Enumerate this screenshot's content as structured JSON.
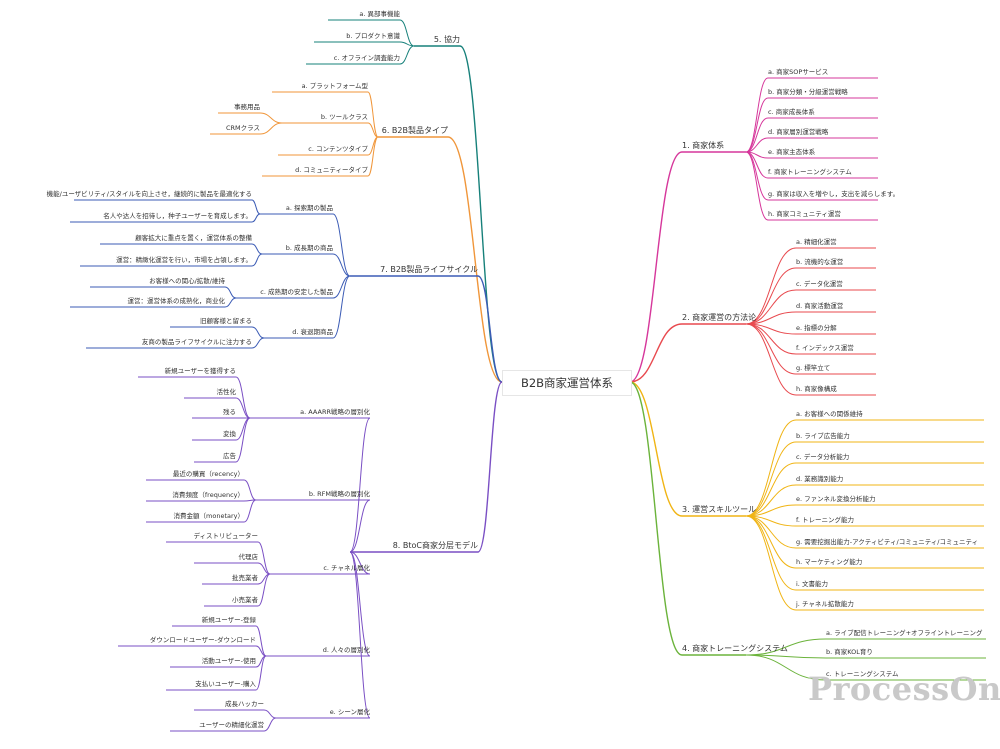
{
  "title": "B2B商家運営体系",
  "watermark": "ProcessOn",
  "colors": {
    "b1": "#d6379b",
    "b2": "#e8494e",
    "b3": "#f0b414",
    "b4": "#6bb33b",
    "b5": "#16807a",
    "b6": "#f0963a",
    "b7": "#3b5bb5",
    "b8": "#7a4fc4"
  },
  "branches": {
    "b1": {
      "label": "1. 商家体系",
      "children": [
        "a. 商家SOPサービス",
        "b. 商家分類・分級運営戦略",
        "c. 商家成長体系",
        "d. 商家層別運営戦略",
        "e. 商家主态体系",
        "f. 商家トレーニングシステム",
        "g. 商家は収入を増やし，支出を減らします。",
        "h. 商家コミュニティ運営"
      ]
    },
    "b2": {
      "label": "2. 商家運営の方法论",
      "children": [
        "a. 精細化運営",
        "b. 流機的な運営",
        "c. データ化運営",
        "d. 商家活動運営",
        "e. 指標の分解",
        "f. インデックス運営",
        "g. 標竿立て",
        "h. 商家像構成"
      ]
    },
    "b3": {
      "label": "3. 運営スキルツール",
      "children": [
        "a. お客様への関係維持",
        "b. ライブ広告能力",
        "c. データ分析能力",
        "d. 業務識別能力",
        "e. ファンネル変換分析能力",
        "f. トレーニング能力",
        "g. 需要挖掘出能力-アクティビティ/コミュニティ/コミュニティ",
        "h. マーケティング能力",
        "i. 文書能力",
        "j. チャネル拡散能力"
      ]
    },
    "b4": {
      "label": "4. 商家トレーニングシステム",
      "children": [
        "a. ライブ配信トレーニング+オフライントレーニング",
        "b. 商家KOL育り",
        "c. トレーニングシステム"
      ]
    },
    "b5": {
      "label": "5. 協力",
      "children": [
        "a. 異部事機能",
        "b. プロダクト意識",
        "c. オフライン調査能力"
      ]
    },
    "b6": {
      "label": "6. B2B製品タイプ",
      "children": [
        {
          "label": "a. プラットフォーム型",
          "children": []
        },
        {
          "label": "b. ツールクラス",
          "children": [
            "事務用品",
            "CRMクラス"
          ]
        },
        {
          "label": "c. コンテンツタイプ",
          "children": []
        },
        {
          "label": "d. コミュニティータイプ",
          "children": []
        }
      ]
    },
    "b7": {
      "label": "7. B2B製品ライフサイクル",
      "children": [
        {
          "label": "a. 探索期の製品",
          "children": [
            "機能/ユーザビリティ/スタイルを向上させ，継続的に製品を最適化する",
            "名人や达人を招待し，种子ユーザーを育成します。"
          ]
        },
        {
          "label": "b. 成長期の商品",
          "children": [
            "顧客拡大に重点を置く，運営体系の整備",
            "運営：精緻化運営を行い，市場を占領します。"
          ]
        },
        {
          "label": "c. 成熟期の安定した製品",
          "children": [
            "お客様への関心/拡散/維持",
            "運営：運営体系の成熟化，商业化"
          ]
        },
        {
          "label": "d. 衰退期商品",
          "children": [
            "旧顧客様と留まる",
            "友商の製品ライフサイクルに注力する"
          ]
        }
      ]
    },
    "b8": {
      "label": "8. BtoC商家分层モデル",
      "children": [
        {
          "label": "a. AAARR戦略の層別化",
          "children": [
            "新規ユーザーを獲得する",
            "活性化",
            "残る",
            "変換",
            "広告"
          ]
        },
        {
          "label": "b. RFM戦略の層別化",
          "children": [
            "最近の購買（recency）",
            "消費頻度（frequency）",
            "消費金額（monetary）"
          ]
        },
        {
          "label": "c. チャネル層化",
          "children": [
            "ディストリビューター",
            "代理店",
            "批売業者",
            "小売業者"
          ]
        },
        {
          "label": "d. 人々の層別化",
          "children": [
            "新規ユーザー-登録",
            "ダウンロードユーザー-ダウンロード",
            "活動ユーザー-使用",
            "支払いユーザー-購入"
          ]
        },
        {
          "label": "e. シーン層化",
          "children": [
            "成長ハッカー",
            "ユーザーの精細化運営"
          ]
        }
      ]
    }
  }
}
